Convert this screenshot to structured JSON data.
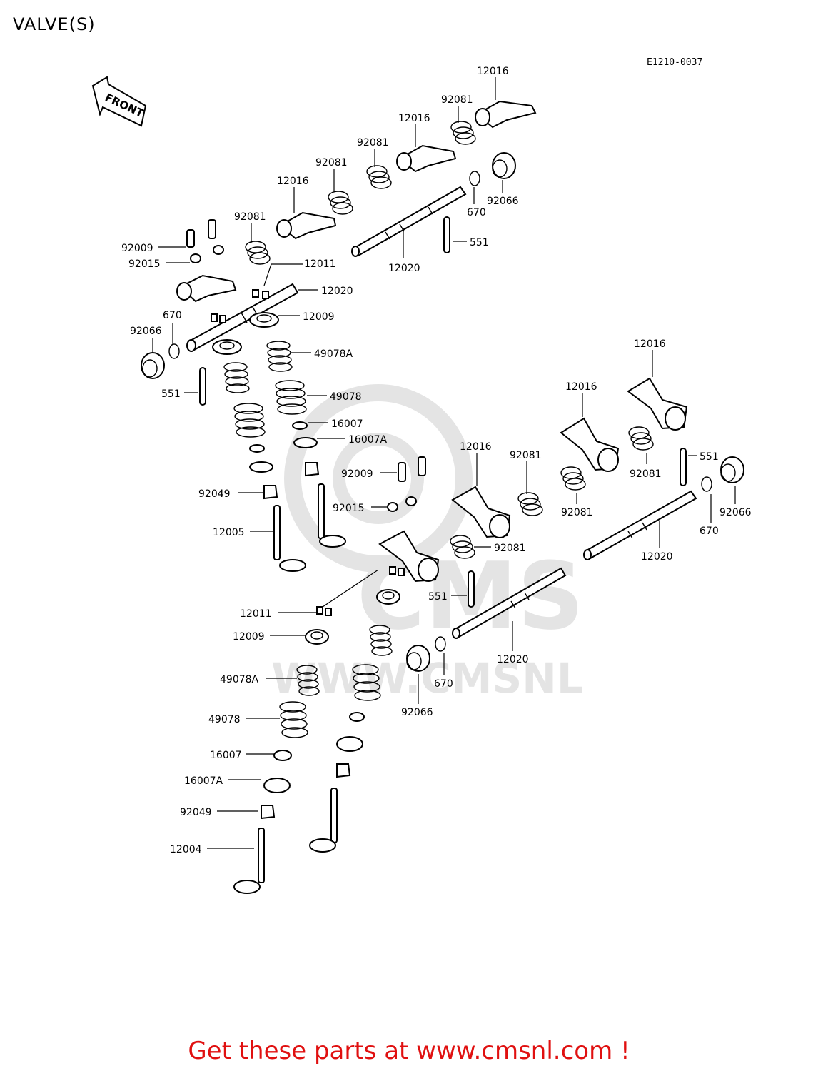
{
  "header": {
    "title": "VALVE(S)",
    "diagram_code": "E1210-0037"
  },
  "front_label": "FRONT",
  "watermark": {
    "text": "WWW.CMSNL.COM",
    "logo_text": "CMS"
  },
  "parts": [
    {
      "id": "p1",
      "number": "12016"
    },
    {
      "id": "p2",
      "number": "92081"
    },
    {
      "id": "p3",
      "number": "12016"
    },
    {
      "id": "p4",
      "number": "92081"
    },
    {
      "id": "p5",
      "number": "92081"
    },
    {
      "id": "p6",
      "number": "12016"
    },
    {
      "id": "p7",
      "number": "92081"
    },
    {
      "id": "p8",
      "number": "670"
    },
    {
      "id": "p9",
      "number": "92066"
    },
    {
      "id": "p10",
      "number": "92009"
    },
    {
      "id": "p11",
      "number": "92015"
    },
    {
      "id": "p12",
      "number": "12011"
    },
    {
      "id": "p13",
      "number": "12020"
    },
    {
      "id": "p14",
      "number": "551"
    },
    {
      "id": "p15",
      "number": "12020"
    },
    {
      "id": "p16",
      "number": "670"
    },
    {
      "id": "p17",
      "number": "12009"
    },
    {
      "id": "p18",
      "number": "92066"
    },
    {
      "id": "p19",
      "number": "49078A"
    },
    {
      "id": "p20",
      "number": "551"
    },
    {
      "id": "p21",
      "number": "49078"
    },
    {
      "id": "p22",
      "number": "16007"
    },
    {
      "id": "p23",
      "number": "16007A"
    },
    {
      "id": "p24",
      "number": "12016"
    },
    {
      "id": "p25",
      "number": "12016"
    },
    {
      "id": "p26",
      "number": "12016"
    },
    {
      "id": "p27",
      "number": "92081"
    },
    {
      "id": "p28",
      "number": "551"
    },
    {
      "id": "p29",
      "number": "92009"
    },
    {
      "id": "p30",
      "number": "92081"
    },
    {
      "id": "p31",
      "number": "92049"
    },
    {
      "id": "p32",
      "number": "92015"
    },
    {
      "id": "p33",
      "number": "92081"
    },
    {
      "id": "p34",
      "number": "92066"
    },
    {
      "id": "p35",
      "number": "670"
    },
    {
      "id": "p36",
      "number": "12005"
    },
    {
      "id": "p37",
      "number": "92081"
    },
    {
      "id": "p38",
      "number": "12020"
    },
    {
      "id": "p39",
      "number": "551"
    },
    {
      "id": "p40",
      "number": "12011"
    },
    {
      "id": "p41",
      "number": "12009"
    },
    {
      "id": "p42",
      "number": "12020"
    },
    {
      "id": "p43",
      "number": "670"
    },
    {
      "id": "p44",
      "number": "49078A"
    },
    {
      "id": "p45",
      "number": "92066"
    },
    {
      "id": "p46",
      "number": "49078"
    },
    {
      "id": "p47",
      "number": "16007"
    },
    {
      "id": "p48",
      "number": "16007A"
    },
    {
      "id": "p49",
      "number": "92049"
    },
    {
      "id": "p50",
      "number": "12004"
    }
  ],
  "footer": {
    "link_text": "Get these parts at www.cmsnl.com !",
    "link_color": "#e01010"
  }
}
